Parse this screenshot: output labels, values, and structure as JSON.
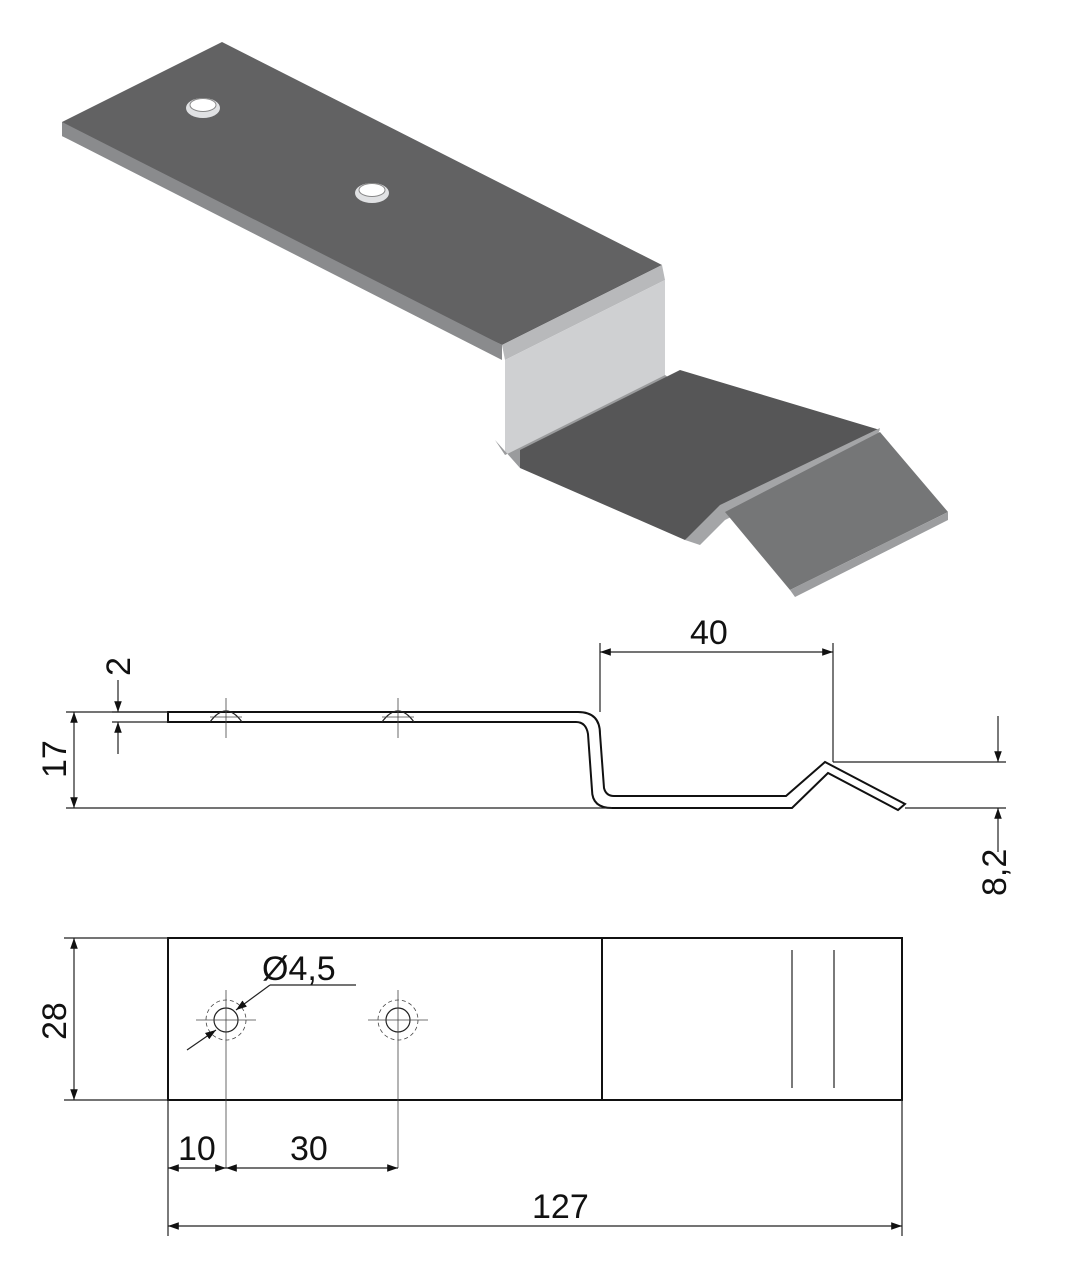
{
  "drawing": {
    "colors": {
      "metal_top": "#5f5f60",
      "metal_dark": "#555556",
      "metal_light": "#cfd0d2",
      "metal_edge": "#9a9b9d",
      "line": "#111111"
    },
    "dimensions": {
      "thickness": "2",
      "height_17": "17",
      "length_40": "40",
      "height_8_2": "8,2",
      "width_28": "28",
      "hole_diameter": "Ø4,5",
      "offset_10": "10",
      "spacing_30": "30",
      "total_127": "127"
    }
  }
}
